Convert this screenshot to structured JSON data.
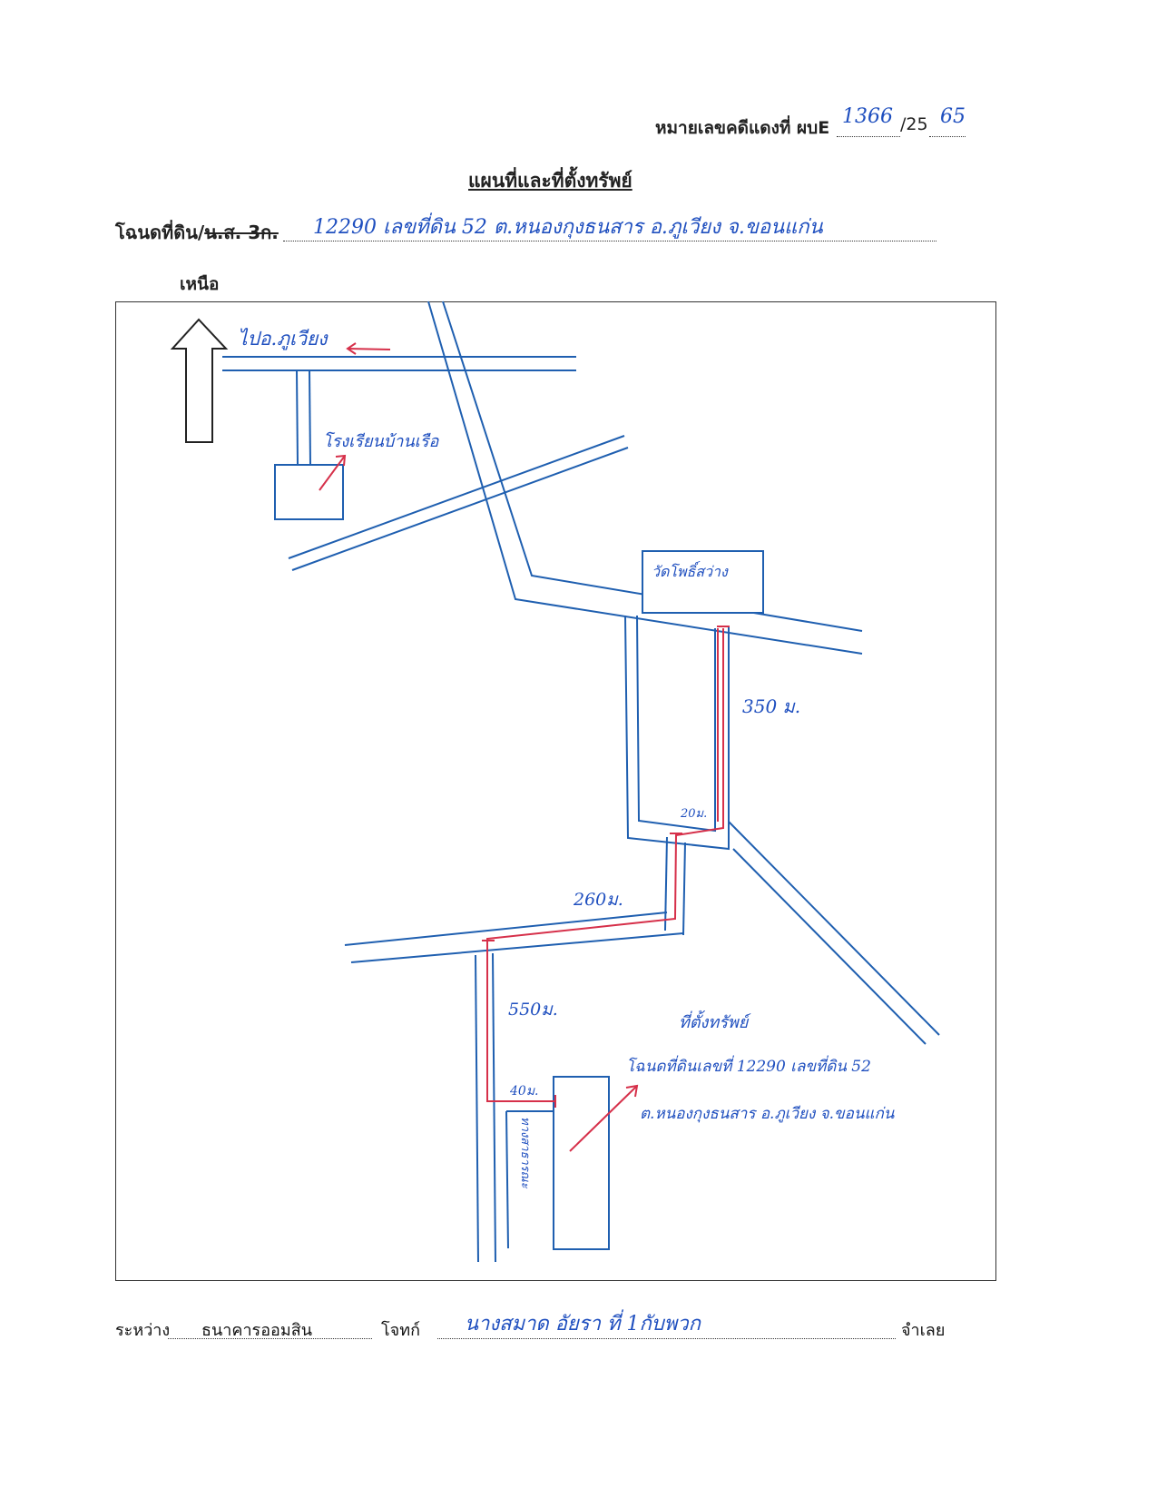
{
  "header": {
    "case_label": "หมายเลขคดีแดงที่ ผบE",
    "case_number": "1366",
    "case_sep": "/25",
    "case_year": "65"
  },
  "title": "แผนที่และที่ตั้งทรัพย์",
  "deed": {
    "label_prefix": "โฉนดที่ดิน/",
    "label_struck": "น.ส. 3ก.",
    "value": "12290  เลขที่ดิน 52  ต.หนองกุงธนสาร  อ.ภูเวียง  จ.ขอนแก่น"
  },
  "north_label": "เหนือ",
  "map": {
    "to_district": "ไปอ.ภูเวียง",
    "school": "โรงเรียนบ้านเรือ",
    "temple": "วัดโพธิ์สว่าง",
    "dist_350": "350 ม.",
    "dist_20": "20ม.",
    "dist_260": "260ม.",
    "dist_550": "550ม.",
    "dist_40": "40ม.",
    "property_title": "ที่ตั้งทรัพย์",
    "property_line1": "โฉนดที่ดินเลขที่ 12290  เลขที่ดิน 52",
    "property_line2": "ต.หนองกุงธนสาร อ.ภูเวียง จ.ขอนแก่น",
    "lot_label": "ทางสาธารณะ"
  },
  "footer": {
    "between_label": "ระหว่าง",
    "plaintiff_value": "ธนาคารออมสิน",
    "plaintiff_label": "โจทก์",
    "defendant_value": "นางสมาด  อัยรา  ที่  1กับพวก",
    "defendant_label": "จำเลย"
  },
  "colors": {
    "road": "#1f5fb0",
    "route": "#d6304a",
    "ink": "#1f4fbf"
  }
}
